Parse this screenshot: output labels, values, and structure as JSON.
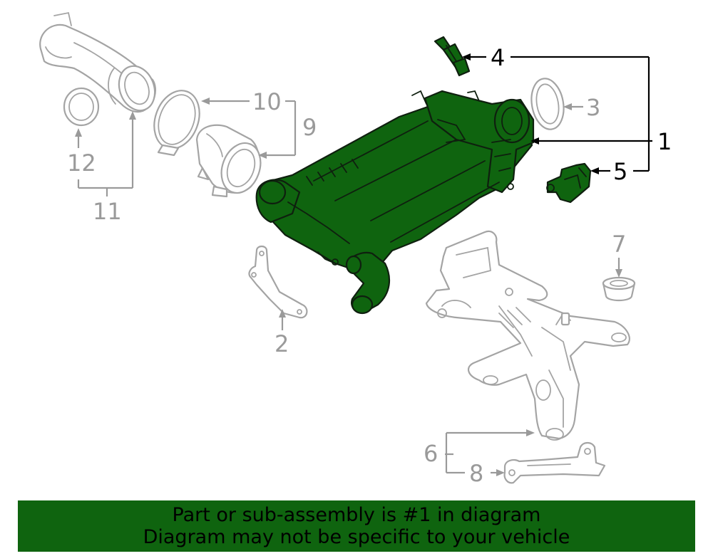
{
  "diagram": {
    "highlighted_part": "1",
    "highlight_color": "#0f640f",
    "part_color": "#a4a4a4",
    "callouts": {
      "c1": "1",
      "c2": "2",
      "c3": "3",
      "c4": "4",
      "c5": "5",
      "c6": "6",
      "c7": "7",
      "c8": "8",
      "c9": "9",
      "c10": "10",
      "c11": "11",
      "c12": "12"
    }
  },
  "banner": {
    "line1": "Part or sub-assembly is #1 in diagram",
    "line2": "Diagram may not be specific to your vehicle",
    "background": "#0f640f"
  }
}
